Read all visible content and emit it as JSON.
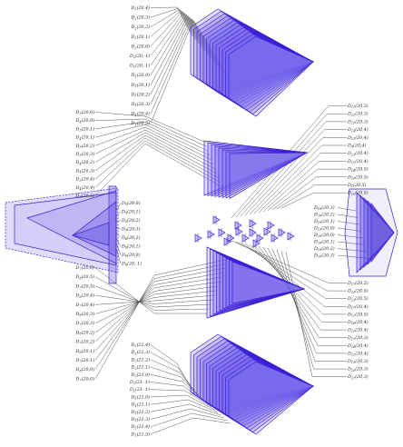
{
  "title": "",
  "colors": {
    "stroke": "#3a1fd6",
    "fill": "rgba(120,100,235,0.22)",
    "fill_dark": "rgba(90,70,220,0.30)",
    "leader": "#444444"
  },
  "groups": {
    "top": [
      "D_2(20,4)",
      "D_2(20,3)",
      "D_2(20,2)",
      "D_2(20,1)",
      "D_2(20,0)",
      "D_2(20,-1)",
      "D_1(20,-1)",
      "D_1(20,0)",
      "D_1(20,1)",
      "D_1(20,2)",
      "D_1(20,3)",
      "D_1(20,4)",
      "D_1(20,5)"
    ],
    "upper_left": [
      "D_3(20,0)",
      "D_4(20,0)",
      "D_3(20,1)",
      "D_4(20,1)",
      "D_3(20,2)",
      "D_3(20,3)",
      "D_4(20,2)",
      "D_4(20,3)",
      "D_3(20,4)",
      "D_4(20,4)",
      "D_3(20,5)"
    ],
    "left": [
      "D_5(20,0)",
      "D_5(20,1)",
      "D_5(20,2)",
      "D_5(20,3)",
      "D_6(20,2)",
      "D_6(20,1)",
      "D_6(20,0)",
      "D_6(20,-1)"
    ],
    "lower_left": [
      "D_7(20,6)",
      "D_8(20,5)",
      "D_7(20,5)",
      "D_8(20,4)",
      "D_7(20,4)",
      "D_8(20,3)",
      "D_7(20,3)",
      "D_8(20,2)",
      "D_7(20,2)",
      "D_8(20,1)",
      "D_7(20,1)",
      "D_8(20,0)",
      "D_7(20,0)"
    ],
    "bottom": [
      "D_2(21,4)",
      "D_2(21,3)",
      "D_2(21,2)",
      "D_2(21,1)",
      "D_2(21,0)",
      "D_2(21,-1)",
      "D_1(21,-1)",
      "D_1(21,0)",
      "D_1(21,1)",
      "D_1(21,2)",
      "D_1(21,3)",
      "D_1(21,4)",
      "D_1(21,5)"
    ],
    "upper_right": [
      "D_11(20,3)",
      "D_12(20,3)",
      "D_13(20,3)",
      "D_14(20,4)",
      "D_11(20,4)",
      "D_9(20,4)",
      "D_13(20,4)",
      "D_12(20,4)",
      "D_14(20,5)",
      "D_10(20,5)",
      "D_1(20,5)",
      "D_10(20,5)"
    ],
    "right": [
      "D_19(20,3)",
      "D_20(20,2)",
      "D_19(20,1)",
      "D_19(20,0)",
      "D_20(20,0)",
      "D_20(20,1)",
      "D_19(20,2)",
      "D_20(20,3)"
    ],
    "lower_right": [
      "D_17(20,5)",
      "D_11(20,5)",
      "D_13(20,5)",
      "D_17(20,4)",
      "D_12(20,5)",
      "D_16(20,4)",
      "D_15(20,4)",
      "D_17(20,3)",
      "D_14(20,4)",
      "D_12(20,4)",
      "D_13(20,3)",
      "D_15(20,3)",
      "D_17(20,3)"
    ]
  }
}
